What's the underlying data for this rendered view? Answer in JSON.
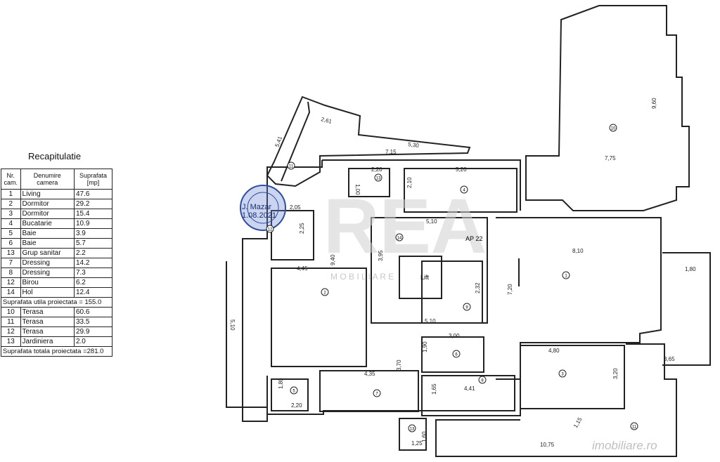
{
  "summary": {
    "title": "Recapitulatie",
    "headers": {
      "nr": "Nr.\ncam.",
      "name": "Denumire\ncamera",
      "area": "Suprafata\n[mp]"
    },
    "rooms": [
      {
        "nr": "1",
        "name": "Living",
        "area": "47.6"
      },
      {
        "nr": "2",
        "name": "Dormitor",
        "area": "29.2"
      },
      {
        "nr": "3",
        "name": "Dormitor",
        "area": "15.4"
      },
      {
        "nr": "4",
        "name": "Bucatarie",
        "area": "10.9"
      },
      {
        "nr": "5",
        "name": "Baie",
        "area": "3.9"
      },
      {
        "nr": "6",
        "name": "Baie",
        "area": "5.7"
      },
      {
        "nr": "13",
        "name": "Grup sanitar",
        "area": "2.2"
      },
      {
        "nr": "7",
        "name": "Dressing",
        "area": "14.2"
      },
      {
        "nr": "8",
        "name": "Dressing",
        "area": "7.3"
      },
      {
        "nr": "12",
        "name": "Birou",
        "area": "6.2"
      },
      {
        "nr": "14",
        "name": "Hol",
        "area": "12.4"
      }
    ],
    "useful_total": "Suprafata utila proiectata = 155.0",
    "outdoor": [
      {
        "nr": "10",
        "name": "Terasa",
        "area": "60.6"
      },
      {
        "nr": "11",
        "name": "Terasa",
        "area": "33.5"
      },
      {
        "nr": "12",
        "name": "Terasa",
        "area": "29.9"
      },
      {
        "nr": "13",
        "name": "Jardiniera",
        "area": "2.0"
      }
    ],
    "grand_total": "Suprafata totala proiectata =281.0"
  },
  "plan": {
    "apartment_label": "AP 22",
    "lift_label": "Lift",
    "watermark": "REA",
    "watermark_sub": "M O B I L I A R E",
    "stamp_text": [
      "J. Mazar",
      "1.08.2021"
    ],
    "site_mark": "imobiliare.ro",
    "dimensions": [
      "2,61",
      "5,41",
      "5,30",
      "7,15",
      "2,20",
      "1,00",
      "5,20",
      "2,10",
      "9,60",
      "7,75",
      "2,05",
      "2,25",
      "5,10",
      "3,95",
      "4,45",
      "9,40",
      "8,10",
      "7,20",
      "1,80",
      "2,32",
      "5,10",
      "3,00",
      "1,90",
      "4,80",
      "3,20",
      "3,65",
      "4,35",
      "3,70",
      "1,80",
      "2,20",
      "1,65",
      "4,41",
      "1,60",
      "1,25",
      "1,15",
      "10,75",
      "5,10"
    ],
    "room_markers": [
      "11",
      "13",
      "4",
      "10",
      "12",
      "14",
      "2",
      "1",
      "9",
      "6",
      "3",
      "5",
      "7",
      "8",
      "13",
      "11"
    ]
  },
  "colors": {
    "line": "#222222",
    "stamp": "#2f4fa0",
    "watermark": "#d0d0d0"
  }
}
